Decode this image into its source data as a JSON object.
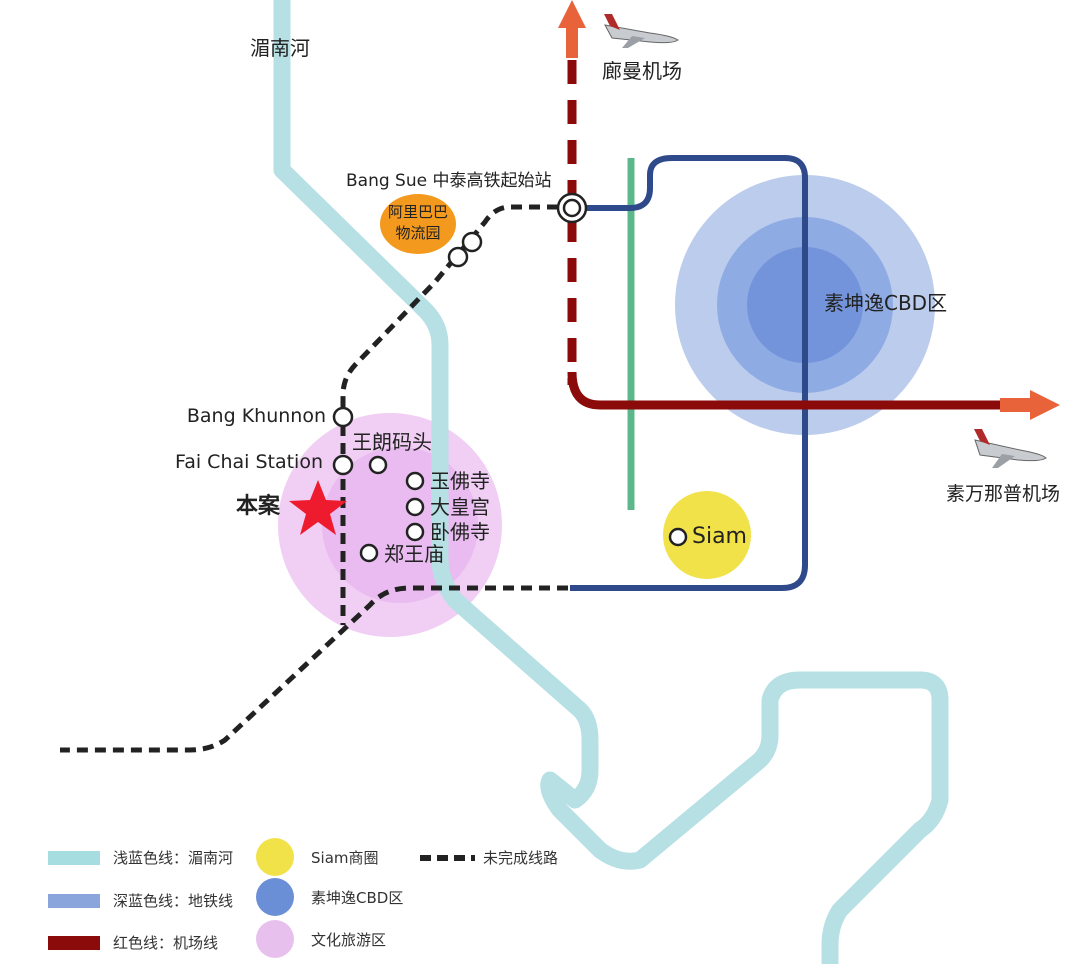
{
  "river": {
    "name": "湄南河"
  },
  "airports": {
    "north": {
      "name": "廊曼机场",
      "icon": "airplane-icon"
    },
    "east": {
      "name": "素万那普机场",
      "icon": "airplane-icon"
    }
  },
  "hubs": {
    "bang_sue": "Bang Sue 中泰高铁起始站",
    "alibaba": [
      "阿里巴巴",
      "物流园"
    ],
    "cbd": "素坤逸CBD区",
    "siam": "Siam"
  },
  "stations": {
    "bang_khunnon": "Bang Khunnon",
    "fai_chai": "Fai Chai Station"
  },
  "project": {
    "label": "本案"
  },
  "attractions": [
    "王朗码头",
    "玉佛寺",
    "大皇宫",
    "卧佛寺",
    "郑王庙"
  ],
  "legend": {
    "items": [
      {
        "label": "浅蓝色线：湄南河",
        "color": "#a6dde0"
      },
      {
        "label": "深蓝色线：地铁线",
        "color": "#8aa4dc"
      },
      {
        "label": "红色线：机场线",
        "color": "#8b0a0a"
      },
      {
        "label": "Siam商圈",
        "color": "#f2e24a"
      },
      {
        "label": "素坤逸CBD区",
        "color": "#6b8fd6"
      },
      {
        "label": "文化旅游区",
        "color": "#e8c0ee"
      },
      {
        "label": "未完成线路",
        "color": "#222222"
      }
    ]
  },
  "colors": {
    "river": "#b5e0e3",
    "metro": "#2e4a8a",
    "green_line": "#5cb88a",
    "airport_line": "#8b0a0a",
    "arrow": "#e8633a",
    "unfinished": "#222222",
    "cbd_outer": "#b9cbec",
    "cbd_mid": "#8eaae4",
    "cbd_inner": "#6f90d8",
    "culture": "#eec4f2",
    "siam": "#f2e24a",
    "alibaba": "#f39a1e",
    "star": "#ee1b2e"
  }
}
